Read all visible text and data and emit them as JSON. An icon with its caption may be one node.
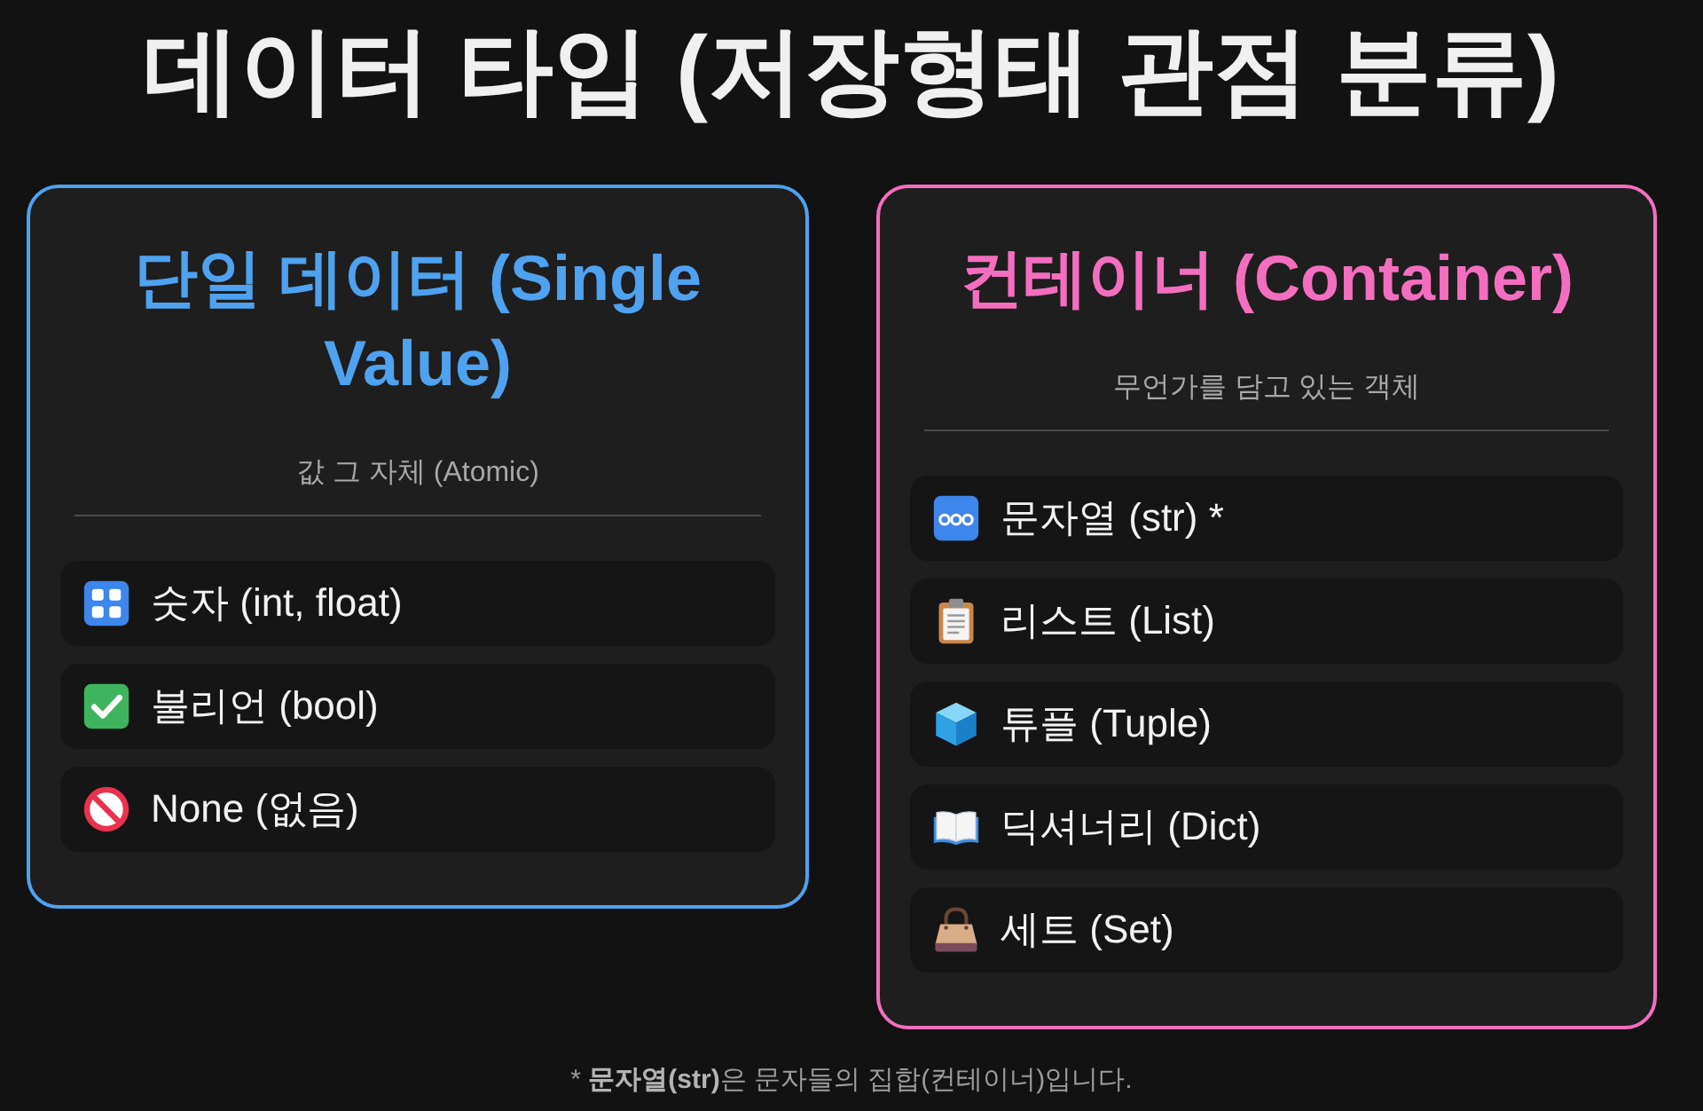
{
  "diagram": {
    "title": "데이터 타입 (저장형태 관점 분류)",
    "nodes": [
      {
        "text": [
          "단일 데이터 (Single Value)",
          "값 그 자체 (Atomic)"
        ]
      },
      {
        "text": [
          "숫자 (int, float)"
        ],
        "in": 0
      },
      {
        "text": [
          "불리언 (bool)"
        ],
        "in": 0
      },
      {
        "text": [
          "None (없음)"
        ],
        "in": 0
      },
      {
        "text": [
          "컨테이너 (Container)",
          "무언가를 담고 있는 객체"
        ]
      },
      {
        "text": [
          "문자열 (str) *"
        ],
        "in": 4
      },
      {
        "text": [
          "리스트 (List)"
        ],
        "in": 4
      },
      {
        "text": [
          "튜플 (Tuple)"
        ],
        "in": 4
      },
      {
        "text": [
          "딕셔너리 (Dict)"
        ],
        "in": 4
      },
      {
        "text": [
          "세트 (Set)"
        ],
        "in": 4
      }
    ],
    "labels": [
      "* **문자열(str)**은 문자들의 집합(컨테이너)입니다."
    ]
  }
}
